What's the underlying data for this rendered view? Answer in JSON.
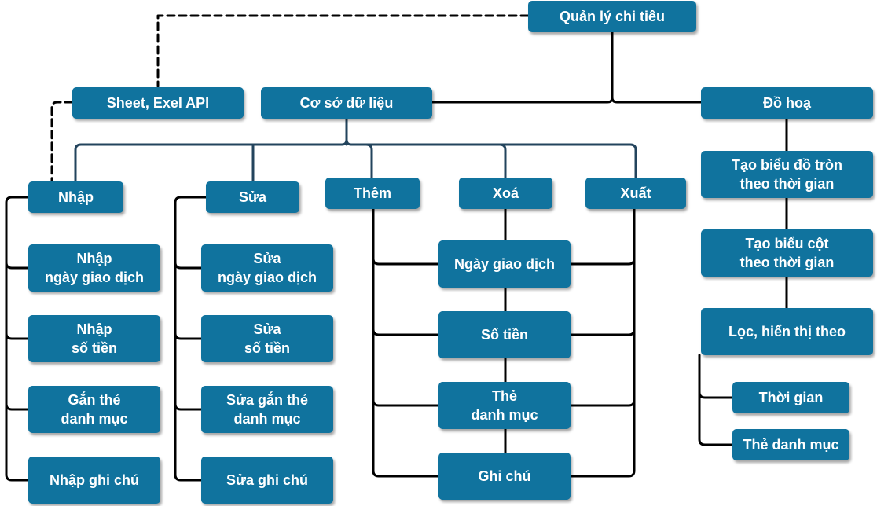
{
  "nodes": {
    "root": "Quản lý chi tiêu",
    "sheet_api": "Sheet, Exel API",
    "database": "Cơ sở dữ liệu",
    "graphics": "Đồ hoạ",
    "nhap": "Nhập",
    "sua": "Sửa",
    "them": "Thêm",
    "xoa": "Xoá",
    "xuat": "Xuất",
    "nhap_date": "Nhập\nngày giao dịch",
    "nhap_amount": "Nhập\nsố tiền",
    "nhap_tag": "Gắn thẻ\ndanh mục",
    "nhap_note": "Nhập ghi chú",
    "sua_date": "Sửa\nngày giao dịch",
    "sua_amount": "Sửa\nsố tiền",
    "sua_tag": "Sửa gắn thẻ\ndanh mục",
    "sua_note": "Sửa ghi chú",
    "field_date": "Ngày giao dịch",
    "field_amount": "Số tiền",
    "field_tag": "Thẻ\ndanh mục",
    "field_note": "Ghi chú",
    "pie_chart": "Tạo biểu đồ tròn\ntheo thời gian",
    "column_chart": "Tạo biểu cột\ntheo thời gian",
    "filter": "Lọc, hiển thị theo",
    "filter_time": "Thời gian",
    "filter_tag": "Thẻ danh mục"
  }
}
